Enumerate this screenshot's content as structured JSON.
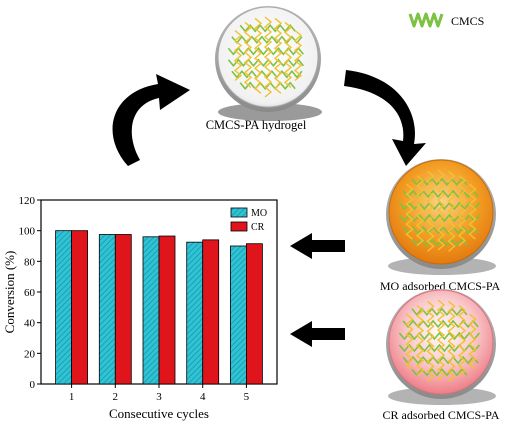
{
  "legend_key": {
    "label": "CMCS",
    "color": "#7dc242"
  },
  "dishes": {
    "hydrogel": {
      "label": "CMCS-PA hydrogel"
    },
    "mo": {
      "label": "MO adsorbed CMCS-PA",
      "fill": "#f39c22"
    },
    "cr": {
      "label": "CR adsorbed CMCS-PA",
      "fill": "#f4a0a8"
    }
  },
  "colors": {
    "chain_green": "#7dc242",
    "chain_yellow": "#f2c12e",
    "mo_bar": "#2ec4d6",
    "cr_bar": "#e0141b"
  },
  "chart_data": {
    "type": "bar",
    "categories": [
      "1",
      "2",
      "3",
      "4",
      "5"
    ],
    "series": [
      {
        "name": "MO",
        "color": "#2ec4d6",
        "hatch": true,
        "values": [
          100,
          97.5,
          96,
          92.5,
          90
        ]
      },
      {
        "name": "CR",
        "color": "#e0141b",
        "hatch": false,
        "values": [
          100,
          97.5,
          96.5,
          94,
          91.5
        ]
      }
    ],
    "xlabel": "Consecutive cycles",
    "ylabel": "Conversion (%)",
    "ylim": [
      0,
      120
    ],
    "yticks": [
      0,
      20,
      40,
      60,
      80,
      100,
      120
    ],
    "grid": false,
    "legend": "top-right"
  }
}
